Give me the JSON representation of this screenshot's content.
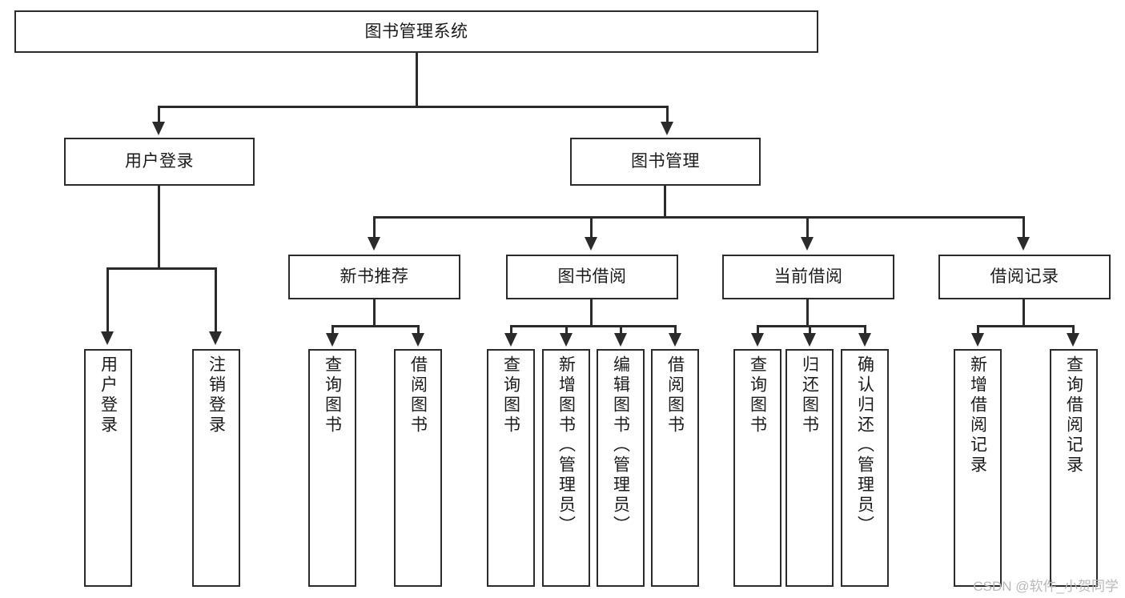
{
  "diagram": {
    "title": "图书管理系统",
    "type": "tree",
    "watermark": "CSDN @软件_小贺同学",
    "colors": {
      "background": "#ffffff",
      "box_border": "#2b2b2b",
      "box_fill": "#ffffff",
      "text": "#1b1b1b",
      "connector": "#2b2b2b",
      "watermark": "#b9b9b9"
    },
    "root": {
      "label": "图书管理系统"
    },
    "level2": [
      {
        "label": "用户登录"
      },
      {
        "label": "图书管理"
      }
    ],
    "level3": [
      {
        "label": "新书推荐"
      },
      {
        "label": "图书借阅"
      },
      {
        "label": "当前借阅"
      },
      {
        "label": "借阅记录"
      }
    ],
    "leaves": {
      "user_login": [
        {
          "label": "用户登录"
        },
        {
          "label": "注销登录"
        }
      ],
      "new_book": [
        {
          "label": "查询图书"
        },
        {
          "label": "借阅图书"
        }
      ],
      "book_borrow": [
        {
          "label": "查询图书"
        },
        {
          "label": "新增图书（管理员）"
        },
        {
          "label": "编辑图书（管理员）"
        },
        {
          "label": "借阅图书"
        }
      ],
      "current_borrow": [
        {
          "label": "查询图书"
        },
        {
          "label": "归还图书"
        },
        {
          "label": "确认归还（管理员）"
        }
      ],
      "borrow_record": [
        {
          "label": "新增借阅记录"
        },
        {
          "label": "查询借阅记录"
        }
      ]
    }
  }
}
